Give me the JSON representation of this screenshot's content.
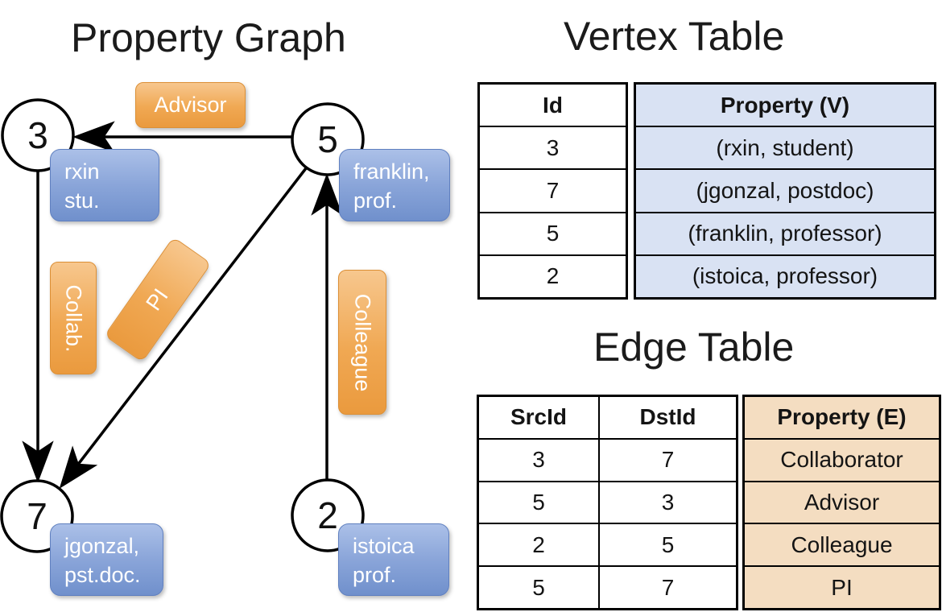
{
  "colors": {
    "edge_label_orange": "#F0A853",
    "vertex_label_blue": "#8AA5D9",
    "vertex_table_property_bg": "#D9E2F3",
    "edge_table_property_bg": "#F4DDC1",
    "line_black": "#000000"
  },
  "graph": {
    "title": "Property Graph",
    "nodes": [
      {
        "id": "3",
        "prop_line1": "rxin",
        "prop_line2": "stu."
      },
      {
        "id": "5",
        "prop_line1": "franklin,",
        "prop_line2": "prof."
      },
      {
        "id": "7",
        "prop_line1": "jgonzal,",
        "prop_line2": "pst.doc."
      },
      {
        "id": "2",
        "prop_line1": "istoica",
        "prop_line2": "prof."
      }
    ],
    "edges": [
      {
        "label": "Advisor",
        "src": "5",
        "dst": "3"
      },
      {
        "label": "Collab.",
        "src": "3",
        "dst": "7"
      },
      {
        "label": "PI",
        "src": "5",
        "dst": "7"
      },
      {
        "label": "Colleague",
        "src": "2",
        "dst": "5"
      }
    ]
  },
  "vertex_table": {
    "title": "Vertex Table",
    "columns": {
      "id": "Id",
      "property": "Property (V)"
    },
    "rows": [
      {
        "id": "3",
        "property": "(rxin, student)"
      },
      {
        "id": "7",
        "property": "(jgonzal, postdoc)"
      },
      {
        "id": "5",
        "property": "(franklin, professor)"
      },
      {
        "id": "2",
        "property": "(istoica, professor)"
      }
    ]
  },
  "edge_table": {
    "title": "Edge Table",
    "columns": {
      "src": "SrcId",
      "dst": "DstId",
      "property": "Property (E)"
    },
    "rows": [
      {
        "src": "3",
        "dst": "7",
        "property": "Collaborator"
      },
      {
        "src": "5",
        "dst": "3",
        "property": "Advisor"
      },
      {
        "src": "2",
        "dst": "5",
        "property": "Colleague"
      },
      {
        "src": "5",
        "dst": "7",
        "property": "PI"
      }
    ]
  }
}
